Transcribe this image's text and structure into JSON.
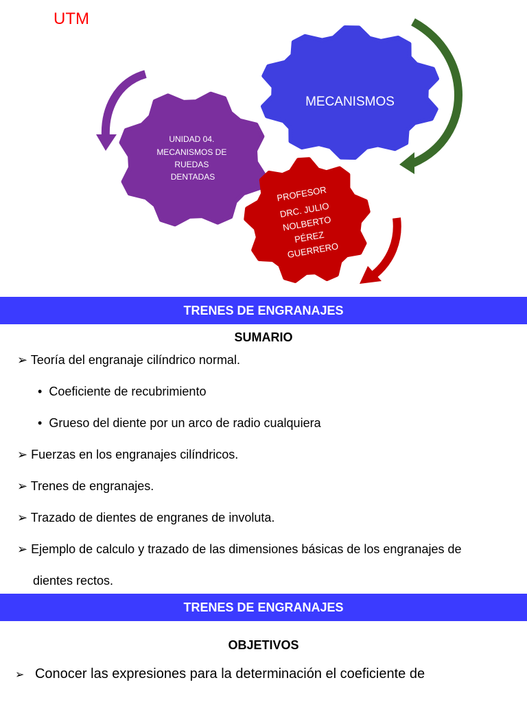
{
  "header": {
    "logo_text": "UTM"
  },
  "diagram": {
    "gear_main_label": "MECANISMOS",
    "gear_left_lines": [
      "UNIDAD 04.",
      "MECANISMOS DE",
      "RUEDAS",
      "DENTADAS"
    ],
    "gear_red_lines": [
      "PROFESOR",
      "DRC. JULIO",
      "NOLBERTO",
      "PÉREZ",
      "GUERRERO"
    ],
    "colors": {
      "blue": "#3f3fe0",
      "purple": "#7b2f9e",
      "red": "#c40000",
      "green": "#3a6b2a"
    }
  },
  "banner1": {
    "label": "TRENES DE ENGRANAJES"
  },
  "sumario": {
    "title": "SUMARIO",
    "items": [
      "Teoría del engranaje cilíndrico normal.",
      "Coeficiente de recubrimiento",
      "Grueso del diente por un arco de radio cualquiera",
      "Fuerzas en los engranajes cilíndricos.",
      "Trenes de engranajes.",
      "Trazado de dientes de engranes de involuta.",
      "Ejemplo de calculo y trazado de las dimensiones básicas de los engranajes de",
      "dientes rectos."
    ]
  },
  "banner2": {
    "label": "TRENES DE ENGRANAJES"
  },
  "objetivos": {
    "title": "OBJETIVOS",
    "first_item": "Conocer las expresiones para la determinación el coeficiente de"
  }
}
